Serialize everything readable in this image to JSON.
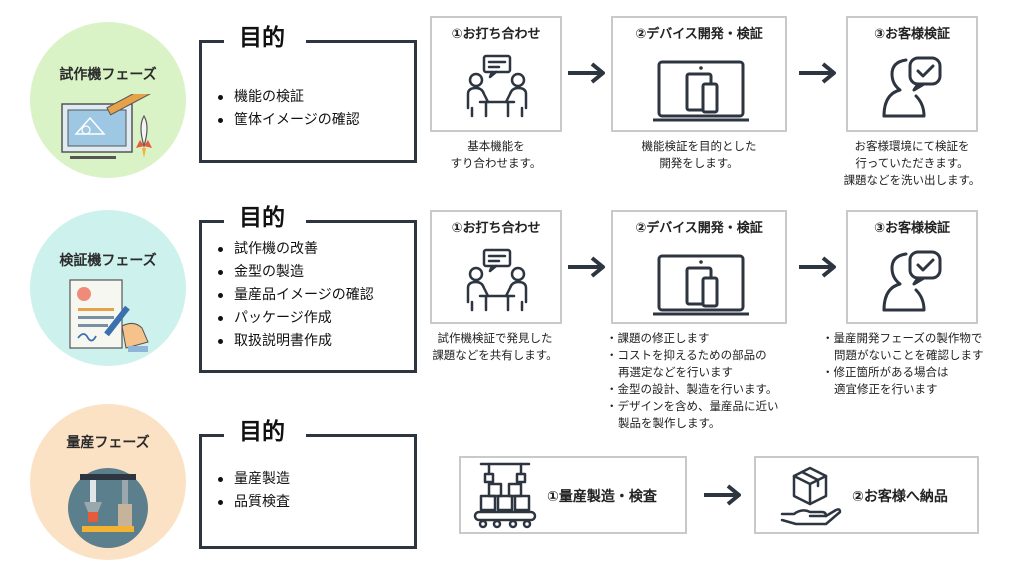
{
  "phases": [
    {
      "label": "試作機フェーズ",
      "color": "#d9f2c6",
      "icon": "blueprint-rocket-icon"
    },
    {
      "label": "検証機フェーズ",
      "color": "#cdf1ec",
      "icon": "document-signing-icon"
    },
    {
      "label": "量産フェーズ",
      "color": "#fbe2c5",
      "icon": "factory-robot-arm-icon"
    }
  ],
  "purpose_title": "目的",
  "purposes": [
    [
      "機能の検証",
      "筐体イメージの確認"
    ],
    [
      "試作機の改善",
      "金型の製造",
      "量産品イメージの確認",
      "パッケージ作成",
      "取扱説明書作成"
    ],
    [
      "量産製造",
      "品質検査"
    ]
  ],
  "steps": {
    "meeting": "①お打ち合わせ",
    "device_dev": "②デバイス開発・検証",
    "customer_verify": "③お客様検証"
  },
  "row1": {
    "meeting_desc": [
      "基本機能を",
      "すり合わせます。"
    ],
    "device_desc": [
      "機能検証を目的とした",
      "開発をします。"
    ],
    "customer_desc": [
      "お客様環境にて検証を",
      "行っていただきます。",
      "課題などを洗い出します。"
    ]
  },
  "row2": {
    "meeting_desc": [
      "試作機検証で発見した",
      "課題などを共有します。"
    ],
    "device_desc": [
      {
        "t": "・課題の修正します",
        "indent": false
      },
      {
        "t": "・コストを抑えるための部品の",
        "indent": false
      },
      {
        "t": "再選定などを行います",
        "indent": true
      },
      {
        "t": "・金型の設計、製造を行います。",
        "indent": false
      },
      {
        "t": "・デザインを含め、量産品に近い",
        "indent": false
      },
      {
        "t": "製品を製作します。",
        "indent": true
      }
    ],
    "customer_desc": [
      {
        "t": "・量産開発フェーズの製作物で",
        "indent": false
      },
      {
        "t": "問題がないことを確認します",
        "indent": true
      },
      {
        "t": "・修正箇所がある場合は",
        "indent": false
      },
      {
        "t": "適宜修正を行います",
        "indent": true
      }
    ]
  },
  "row3": {
    "production": "①量産製造・検査",
    "delivery": "②お客様へ納品"
  },
  "colors": {
    "dark": "#2d3540",
    "border": "#c9c9c9",
    "arrow": "#2d3540"
  }
}
